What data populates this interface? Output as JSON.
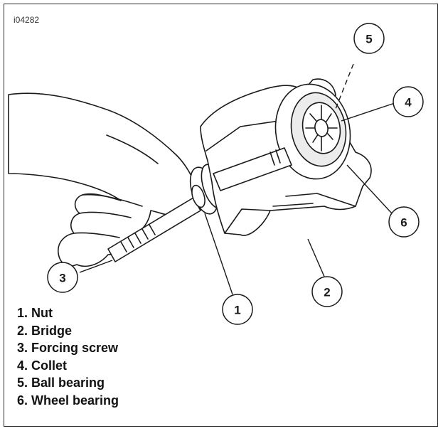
{
  "figure": {
    "id": "i04282",
    "callouts": [
      "1",
      "2",
      "3",
      "4",
      "5",
      "6"
    ],
    "legend": [
      "1. Nut",
      "2. Bridge",
      "3. Forcing screw",
      "4. Collet",
      "5. Ball bearing",
      "6. Wheel bearing"
    ]
  },
  "colors": {
    "line": "#1a1a1a",
    "fill": "#ffffff",
    "shade": "#bdbdbd"
  }
}
